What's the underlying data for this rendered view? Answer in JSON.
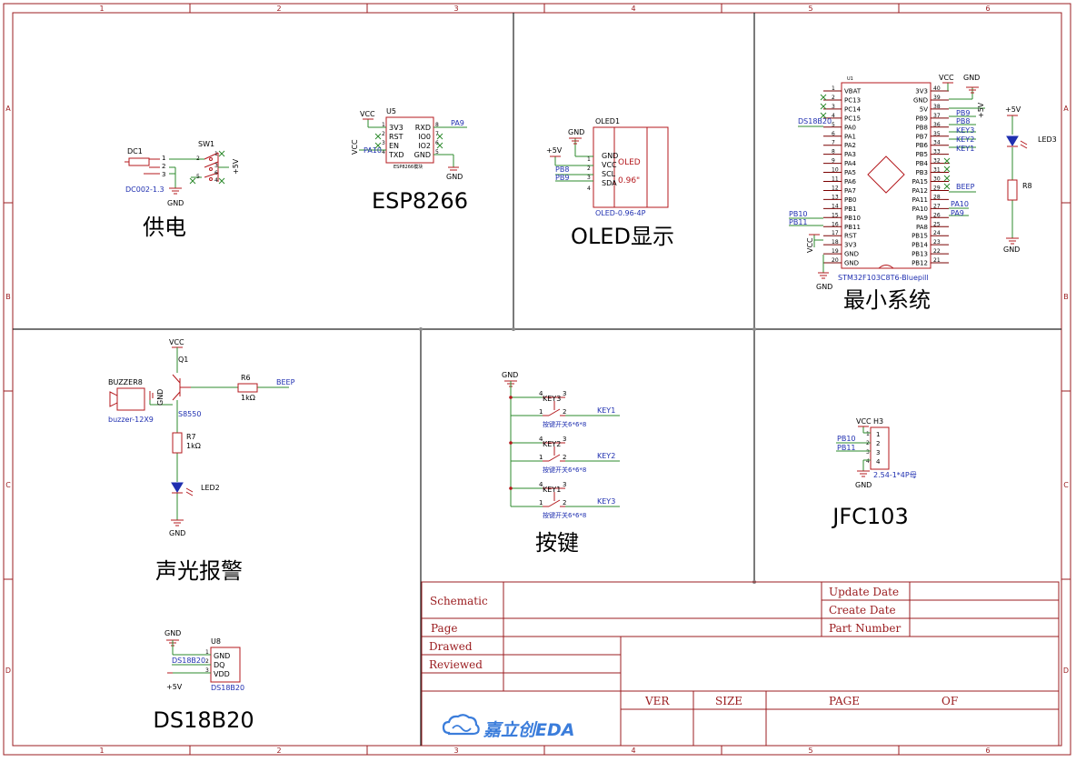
{
  "colors": {
    "border": "#9b1d20",
    "wire": "#2e8b2e",
    "net": "#1f2fb0",
    "part": "#b4181d",
    "pin": "#7a0000",
    "text": "#000000",
    "divider": "#222222",
    "logo": "#3b7ddb"
  },
  "frame": {
    "cols": [
      "1",
      "2",
      "3",
      "4",
      "5",
      "6"
    ],
    "rows": [
      "A",
      "B",
      "C",
      "D"
    ]
  },
  "sections": {
    "power": "供电",
    "esp": "ESP8266",
    "oled": "OLED显示",
    "mcu": "最小系统",
    "alarm": "声光报警",
    "keys": "按键",
    "jfc": "JFC103",
    "ds18": "DS18B20"
  },
  "power": {
    "dc_ref": "DC1",
    "dc_part": "DC002-1.3",
    "dc_pins": [
      "1",
      "2",
      "3"
    ],
    "sw_ref": "SW1",
    "sw_pins": [
      "1",
      "2",
      "3",
      "4",
      "5",
      "6"
    ],
    "v5": "+5V",
    "gnd": "GND"
  },
  "esp": {
    "ref": "U5",
    "vcc": "VCC",
    "vcc2": "VCC",
    "pa10": "PA10",
    "pa9": "PA9",
    "gnd": "GND",
    "part": "ESP8266模块",
    "left_pins": [
      "3V3",
      "RST",
      "EN",
      "TXD"
    ],
    "left_nums": [
      "1",
      "2",
      "3",
      "4"
    ],
    "right_pins": [
      "RXD",
      "IO0",
      "IO2",
      "GND"
    ],
    "right_nums": [
      "8",
      "7",
      "6",
      "5"
    ]
  },
  "oled": {
    "ref": "OLED1",
    "gnd": "GND",
    "v5": "+5V",
    "pb8": "PB8",
    "pb9": "PB9",
    "pins": [
      "GND",
      "VCC",
      "SCL",
      "SDA"
    ],
    "nums": [
      "1",
      "2",
      "3",
      "4"
    ],
    "title": "OLED",
    "size": "0.96\"",
    "part": "OLED-0.96-4P"
  },
  "mcu": {
    "ref": "U1",
    "part": "STM32F103C8T6-Bluepill",
    "left_pins": [
      "VBAT",
      "PC13",
      "PC14",
      "PC15",
      "PA0",
      "PA1",
      "PA2",
      "PA3",
      "PA4",
      "PA5",
      "PA6",
      "PA7",
      "PB0",
      "PB1",
      "PB10",
      "PB11",
      "RST",
      "3V3",
      "GND",
      "GND"
    ],
    "left_nums": [
      "1",
      "2",
      "3",
      "4",
      "5",
      "6",
      "7",
      "8",
      "9",
      "10",
      "11",
      "12",
      "13",
      "14",
      "15",
      "16",
      "17",
      "18",
      "19",
      "20"
    ],
    "right_pins": [
      "3V3",
      "GND",
      "5V",
      "PB9",
      "PB8",
      "PB7",
      "PB6",
      "PB5",
      "PB4",
      "PB3",
      "PA15",
      "PA12",
      "PA11",
      "PA10",
      "PA9",
      "PA8",
      "PB15",
      "PB14",
      "PB13",
      "PB12"
    ],
    "right_nums": [
      "40",
      "39",
      "38",
      "37",
      "36",
      "35",
      "34",
      "33",
      "32",
      "31",
      "30",
      "29",
      "28",
      "27",
      "26",
      "25",
      "24",
      "23",
      "22",
      "21"
    ],
    "net_ds": "DS18B20",
    "net_pb10": "PB10",
    "net_pb11": "PB11",
    "net_pb9": "PB9",
    "net_pb8": "PB8",
    "net_key3": "KEY3",
    "net_key2": "KEY2",
    "net_key1": "KEY1",
    "net_beep": "BEEP",
    "net_pa10": "PA10",
    "net_pa9": "PA9",
    "vcc": "VCC",
    "vcc_left": "VCC",
    "gnd": "GND",
    "gnd_bottom": "GND",
    "v5": "+5V",
    "led_v5": "+5V",
    "led_ref": "LED3",
    "r_ref": "R8",
    "led_gnd": "GND"
  },
  "alarm": {
    "vcc": "VCC",
    "q_ref": "Q1",
    "q_part": "S8550",
    "r6_ref": "R6",
    "r6_val": "1kΩ",
    "beep": "BEEP",
    "buzzer_ref": "BUZZER8",
    "buzzer_part": "buzzer-12X9",
    "buzzer_gnd": "GND",
    "r7_ref": "R7",
    "r7_val": "1kΩ",
    "led_ref": "LED2",
    "gnd": "GND"
  },
  "keys": {
    "gnd": "GND",
    "items": [
      {
        "ref": "KEY3",
        "net": "KEY1",
        "part": "按键开关6*6*8"
      },
      {
        "ref": "KEY2",
        "net": "KEY2",
        "part": "按键开关6*6*8"
      },
      {
        "ref": "KEY1",
        "net": "KEY3",
        "part": "按键开关6*6*8"
      }
    ],
    "pins": [
      "4",
      "3",
      "1",
      "2"
    ]
  },
  "jfc": {
    "ref": "H3",
    "vcc": "VCC",
    "pb10": "PB10",
    "pb11": "PB11",
    "gnd": "GND",
    "part": "2.54-1*4P母",
    "nums": [
      "1",
      "2",
      "3",
      "4"
    ],
    "outer": [
      "1",
      "2",
      "3",
      "4"
    ]
  },
  "ds18": {
    "ref": "U8",
    "gnd": "GND",
    "net": "DS18B20",
    "v5": "+5V",
    "pins": [
      "GND",
      "DQ",
      "VDD"
    ],
    "nums": [
      "1",
      "2",
      "3"
    ],
    "part": "DS18B20"
  },
  "titleblock": {
    "schematic": "Schematic",
    "page": "Page",
    "drawed": "Drawed",
    "reviewed": "Reviewed",
    "update_date": "Update Date",
    "create_date": "Create Date",
    "part_number": "Part Number",
    "ver": "VER",
    "size": "SIZE",
    "page_col": "PAGE",
    "of": "OF",
    "logo": "嘉立创EDA"
  }
}
